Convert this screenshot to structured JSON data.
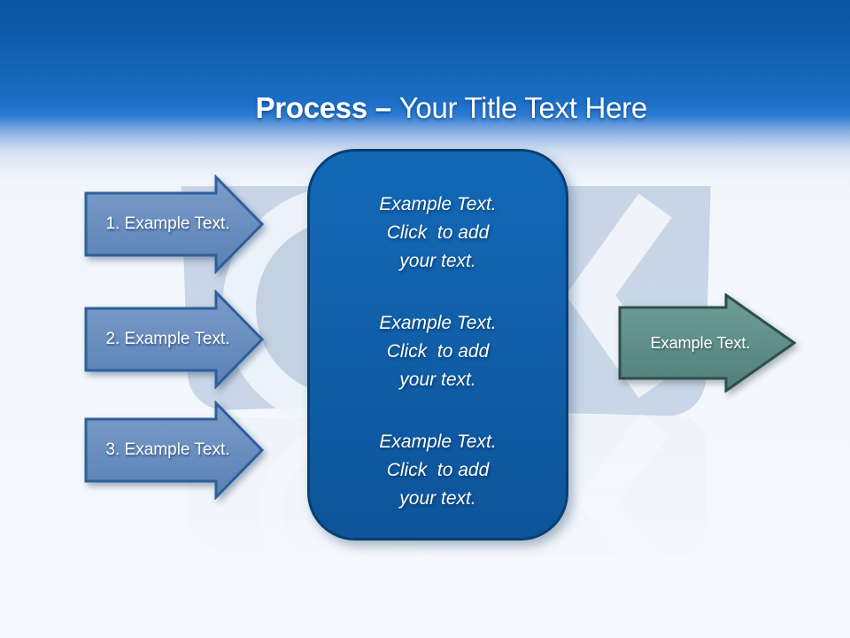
{
  "slide": {
    "title": {
      "bold": "Process – ",
      "rest": "Your Title Text Here"
    }
  },
  "process_steps": [
    {
      "label": "1. Example Text."
    },
    {
      "label": "2. Example Text."
    },
    {
      "label": "3. Example Text."
    }
  ],
  "center_panel": {
    "blocks": [
      {
        "lines": [
          "Example Text.",
          "Click  to add",
          "your text."
        ]
      },
      {
        "lines": [
          "Example Text.",
          "Click  to add",
          "your text."
        ]
      },
      {
        "lines": [
          "Example Text.",
          "Click  to add",
          "your text."
        ]
      }
    ]
  },
  "output_arrow": {
    "label": "Example Text."
  },
  "colors": {
    "header_blue": "#1c6ec6",
    "step_arrow_fill_top": "#7b9dca",
    "step_arrow_fill_bottom": "#5a80b4",
    "step_arrow_border": "#2e5f9a",
    "panel_fill_top": "#1369b6",
    "panel_fill_bottom": "#0d549a",
    "panel_border": "#0a3e72",
    "output_arrow_fill_top": "#6f9e99",
    "output_arrow_fill_bottom": "#527e7a",
    "output_arrow_border": "#2f4e4b"
  }
}
